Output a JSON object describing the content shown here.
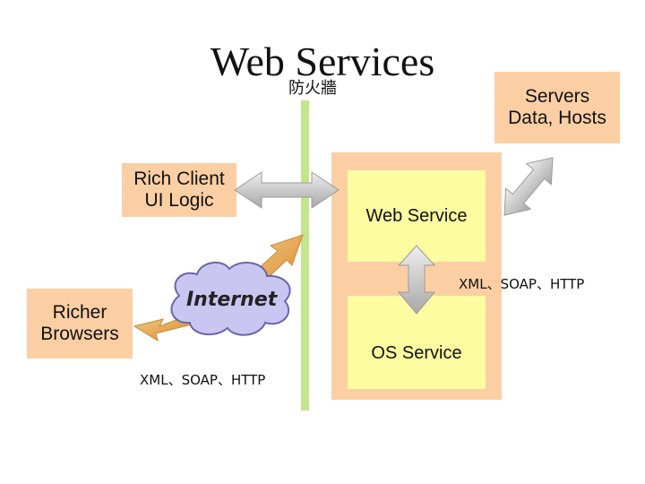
{
  "title": "Web Services",
  "firewall_label": "防火牆",
  "servers": {
    "line1": "Servers",
    "line2": "Data, Hosts"
  },
  "rich_client": {
    "line1": "Rich Client",
    "line2": "UI Logic"
  },
  "richer_browsers": {
    "line1": "Richer",
    "line2": "Browsers"
  },
  "web_service": "Web Service",
  "os_service": "OS Service",
  "internet": "Internet",
  "protocol_right": "XML、SOAP、HTTP",
  "protocol_left": "XML、SOAP、HTTP",
  "colors": {
    "box": "#fbcfa3",
    "inner": "#fdfca0",
    "firewall": "#c5e58a",
    "orange_arrow": "#e8a34a",
    "gray_arrow": "#c8c8c8",
    "cloud": "#c9c6f2"
  }
}
